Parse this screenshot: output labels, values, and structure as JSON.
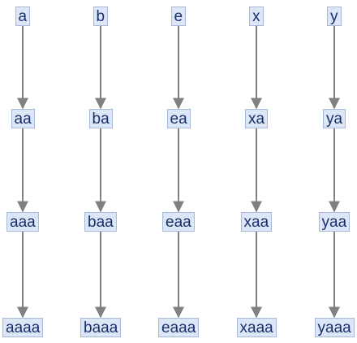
{
  "diagram": {
    "columns": [
      {
        "labels": [
          "a",
          "aa",
          "aaa",
          "aaaa"
        ]
      },
      {
        "labels": [
          "b",
          "ba",
          "baa",
          "baaa"
        ]
      },
      {
        "labels": [
          "e",
          "ea",
          "eaa",
          "eaaa"
        ]
      },
      {
        "labels": [
          "x",
          "xa",
          "xaa",
          "xaaa"
        ]
      },
      {
        "labels": [
          "y",
          "ya",
          "yaa",
          "yaaa"
        ]
      }
    ],
    "colors": {
      "node_fill": "#dbe6f7",
      "node_border": "#a9b8dd",
      "node_text": "#1a2f6b",
      "edge": "#808080"
    }
  }
}
